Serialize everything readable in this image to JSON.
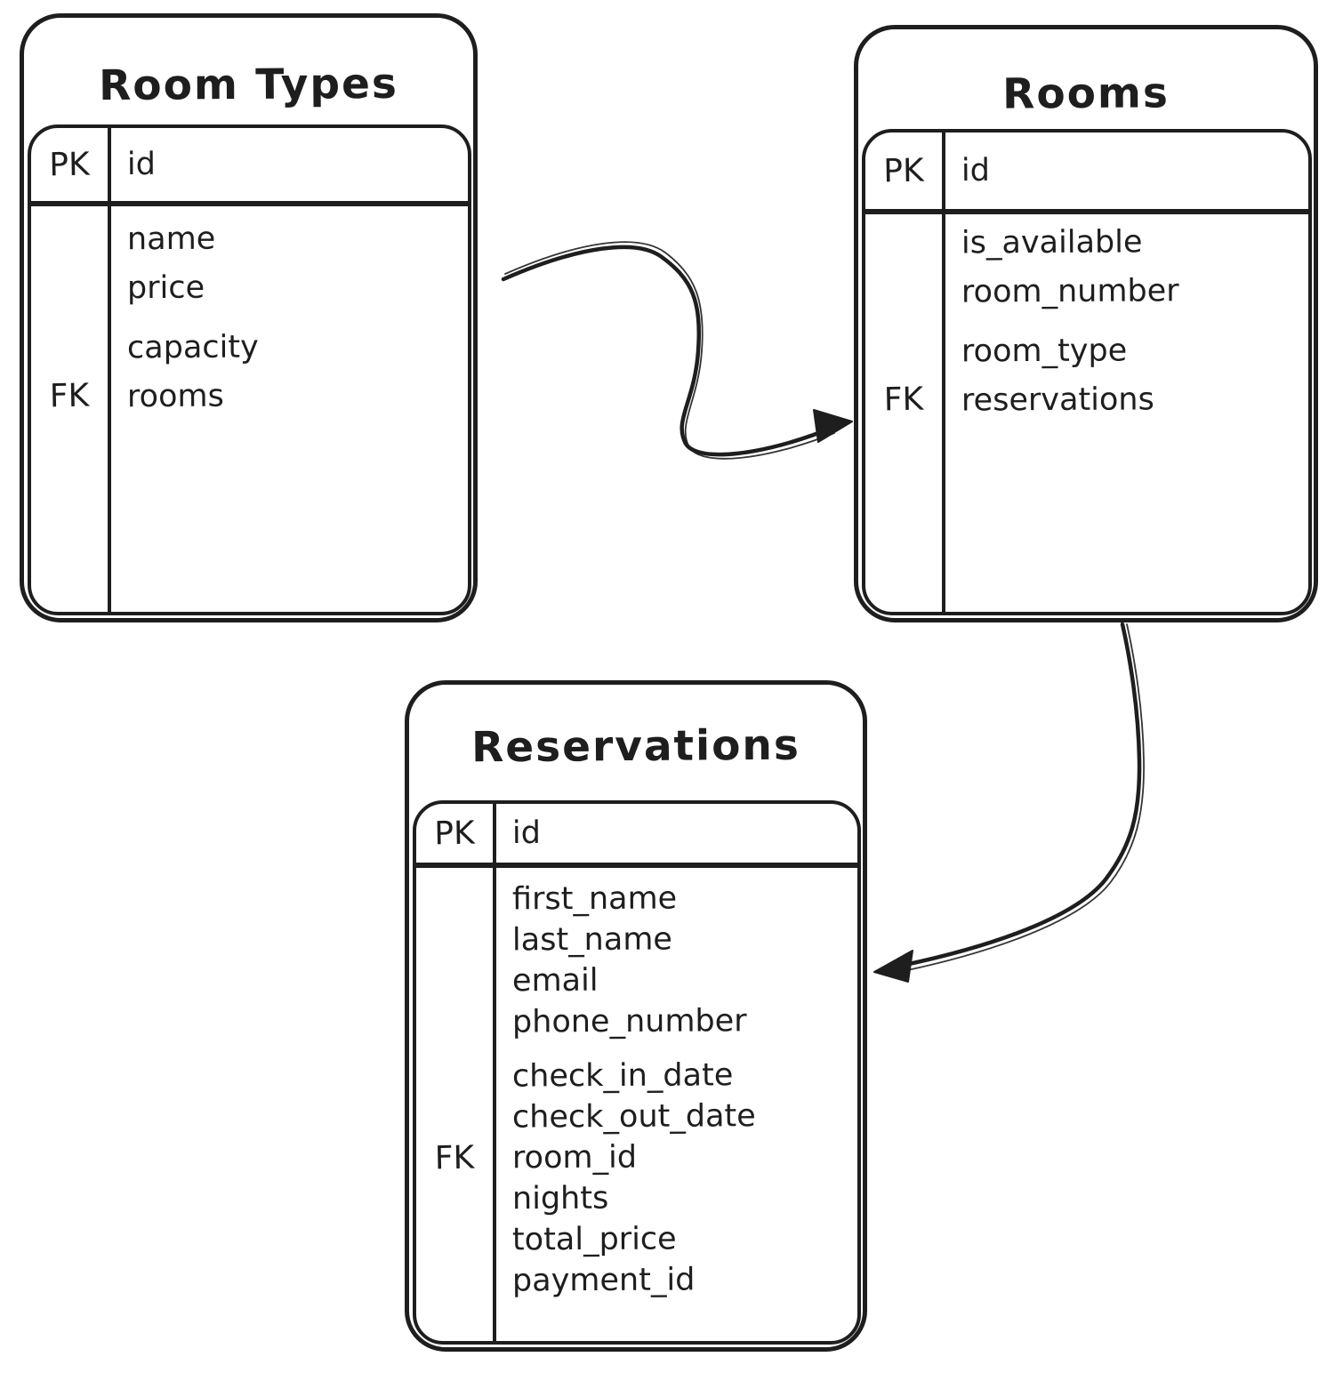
{
  "canvas": {
    "background": "#ffffff",
    "stroke_color": "#1e1e1e"
  },
  "diagram": {
    "tables": [
      {
        "title": "Room Types",
        "pk_key": "PK",
        "pk_field": "id",
        "fields": [
          {
            "key": "",
            "name": "name"
          },
          {
            "key": "",
            "name": "price"
          },
          {
            "key": "",
            "name": "capacity"
          },
          {
            "key": "FK",
            "name": "rooms"
          }
        ]
      },
      {
        "title": "Rooms",
        "pk_key": "PK",
        "pk_field": "id",
        "fields": [
          {
            "key": "",
            "name": "is_available"
          },
          {
            "key": "",
            "name": "room_number"
          },
          {
            "key": "",
            "name": "room_type"
          },
          {
            "key": "FK",
            "name": "reservations"
          }
        ]
      },
      {
        "title": "Reservations",
        "pk_key": "PK",
        "pk_field": "id",
        "fields": [
          {
            "key": "",
            "name": "first_name"
          },
          {
            "key": "",
            "name": "last_name"
          },
          {
            "key": "",
            "name": "email"
          },
          {
            "key": "",
            "name": "phone_number"
          },
          {
            "key": "",
            "name": "check_in_date"
          },
          {
            "key": "",
            "name": "check_out_date"
          },
          {
            "key": "FK",
            "name": "room_id"
          },
          {
            "key": "",
            "name": "nights"
          },
          {
            "key": "",
            "name": "total_price"
          },
          {
            "key": "",
            "name": "payment_id"
          }
        ]
      }
    ],
    "relationships": [
      {
        "from": "Room Types",
        "to": "Rooms"
      },
      {
        "from": "Rooms",
        "to": "Reservations"
      }
    ]
  }
}
